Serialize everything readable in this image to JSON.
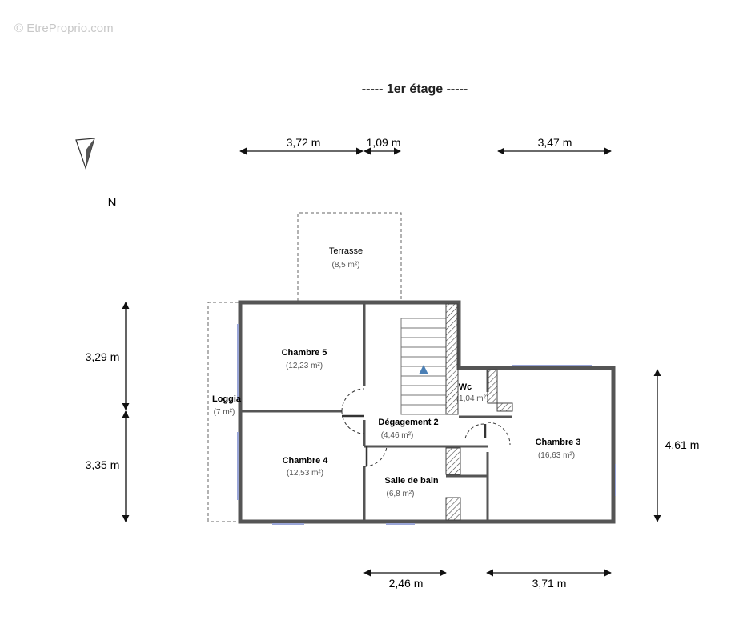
{
  "watermark": "© EtreProprio.com",
  "title": "----- 1er étage -----",
  "compass": {
    "label": "N",
    "icon": "north-arrow-icon"
  },
  "dimensions": {
    "top_left": "3,72 m",
    "top_mid": "1,09 m",
    "top_right": "3,47 m",
    "left_upper": "3,29 m",
    "left_lower": "3,35 m",
    "right": "4,61 m",
    "bottom_left": "2,46 m",
    "bottom_right": "3,71 m"
  },
  "rooms": {
    "terrasse": {
      "name": "Terrasse",
      "area": "(8,5 m²)"
    },
    "chambre5": {
      "name": "Chambre 5",
      "area": "(12,23 m²)"
    },
    "loggia": {
      "name": "Loggia",
      "area": "(7 m²)"
    },
    "chambre4": {
      "name": "Chambre 4",
      "area": "(12,53 m²)"
    },
    "degagement": {
      "name": "Dégagement 2",
      "area": "(4,46 m²)"
    },
    "wc": {
      "name": "Wc",
      "area": "(1,04 m²)"
    },
    "sdb": {
      "name": "Salle de bain",
      "area": "(6,8 m²)"
    },
    "chambre3": {
      "name": "Chambre 3",
      "area": "(16,63 m²)"
    }
  },
  "colors": {
    "wall": "#555555",
    "hatch": "#444444",
    "stair_arrow": "#4a7fb5",
    "window": "#9aa6d8"
  }
}
